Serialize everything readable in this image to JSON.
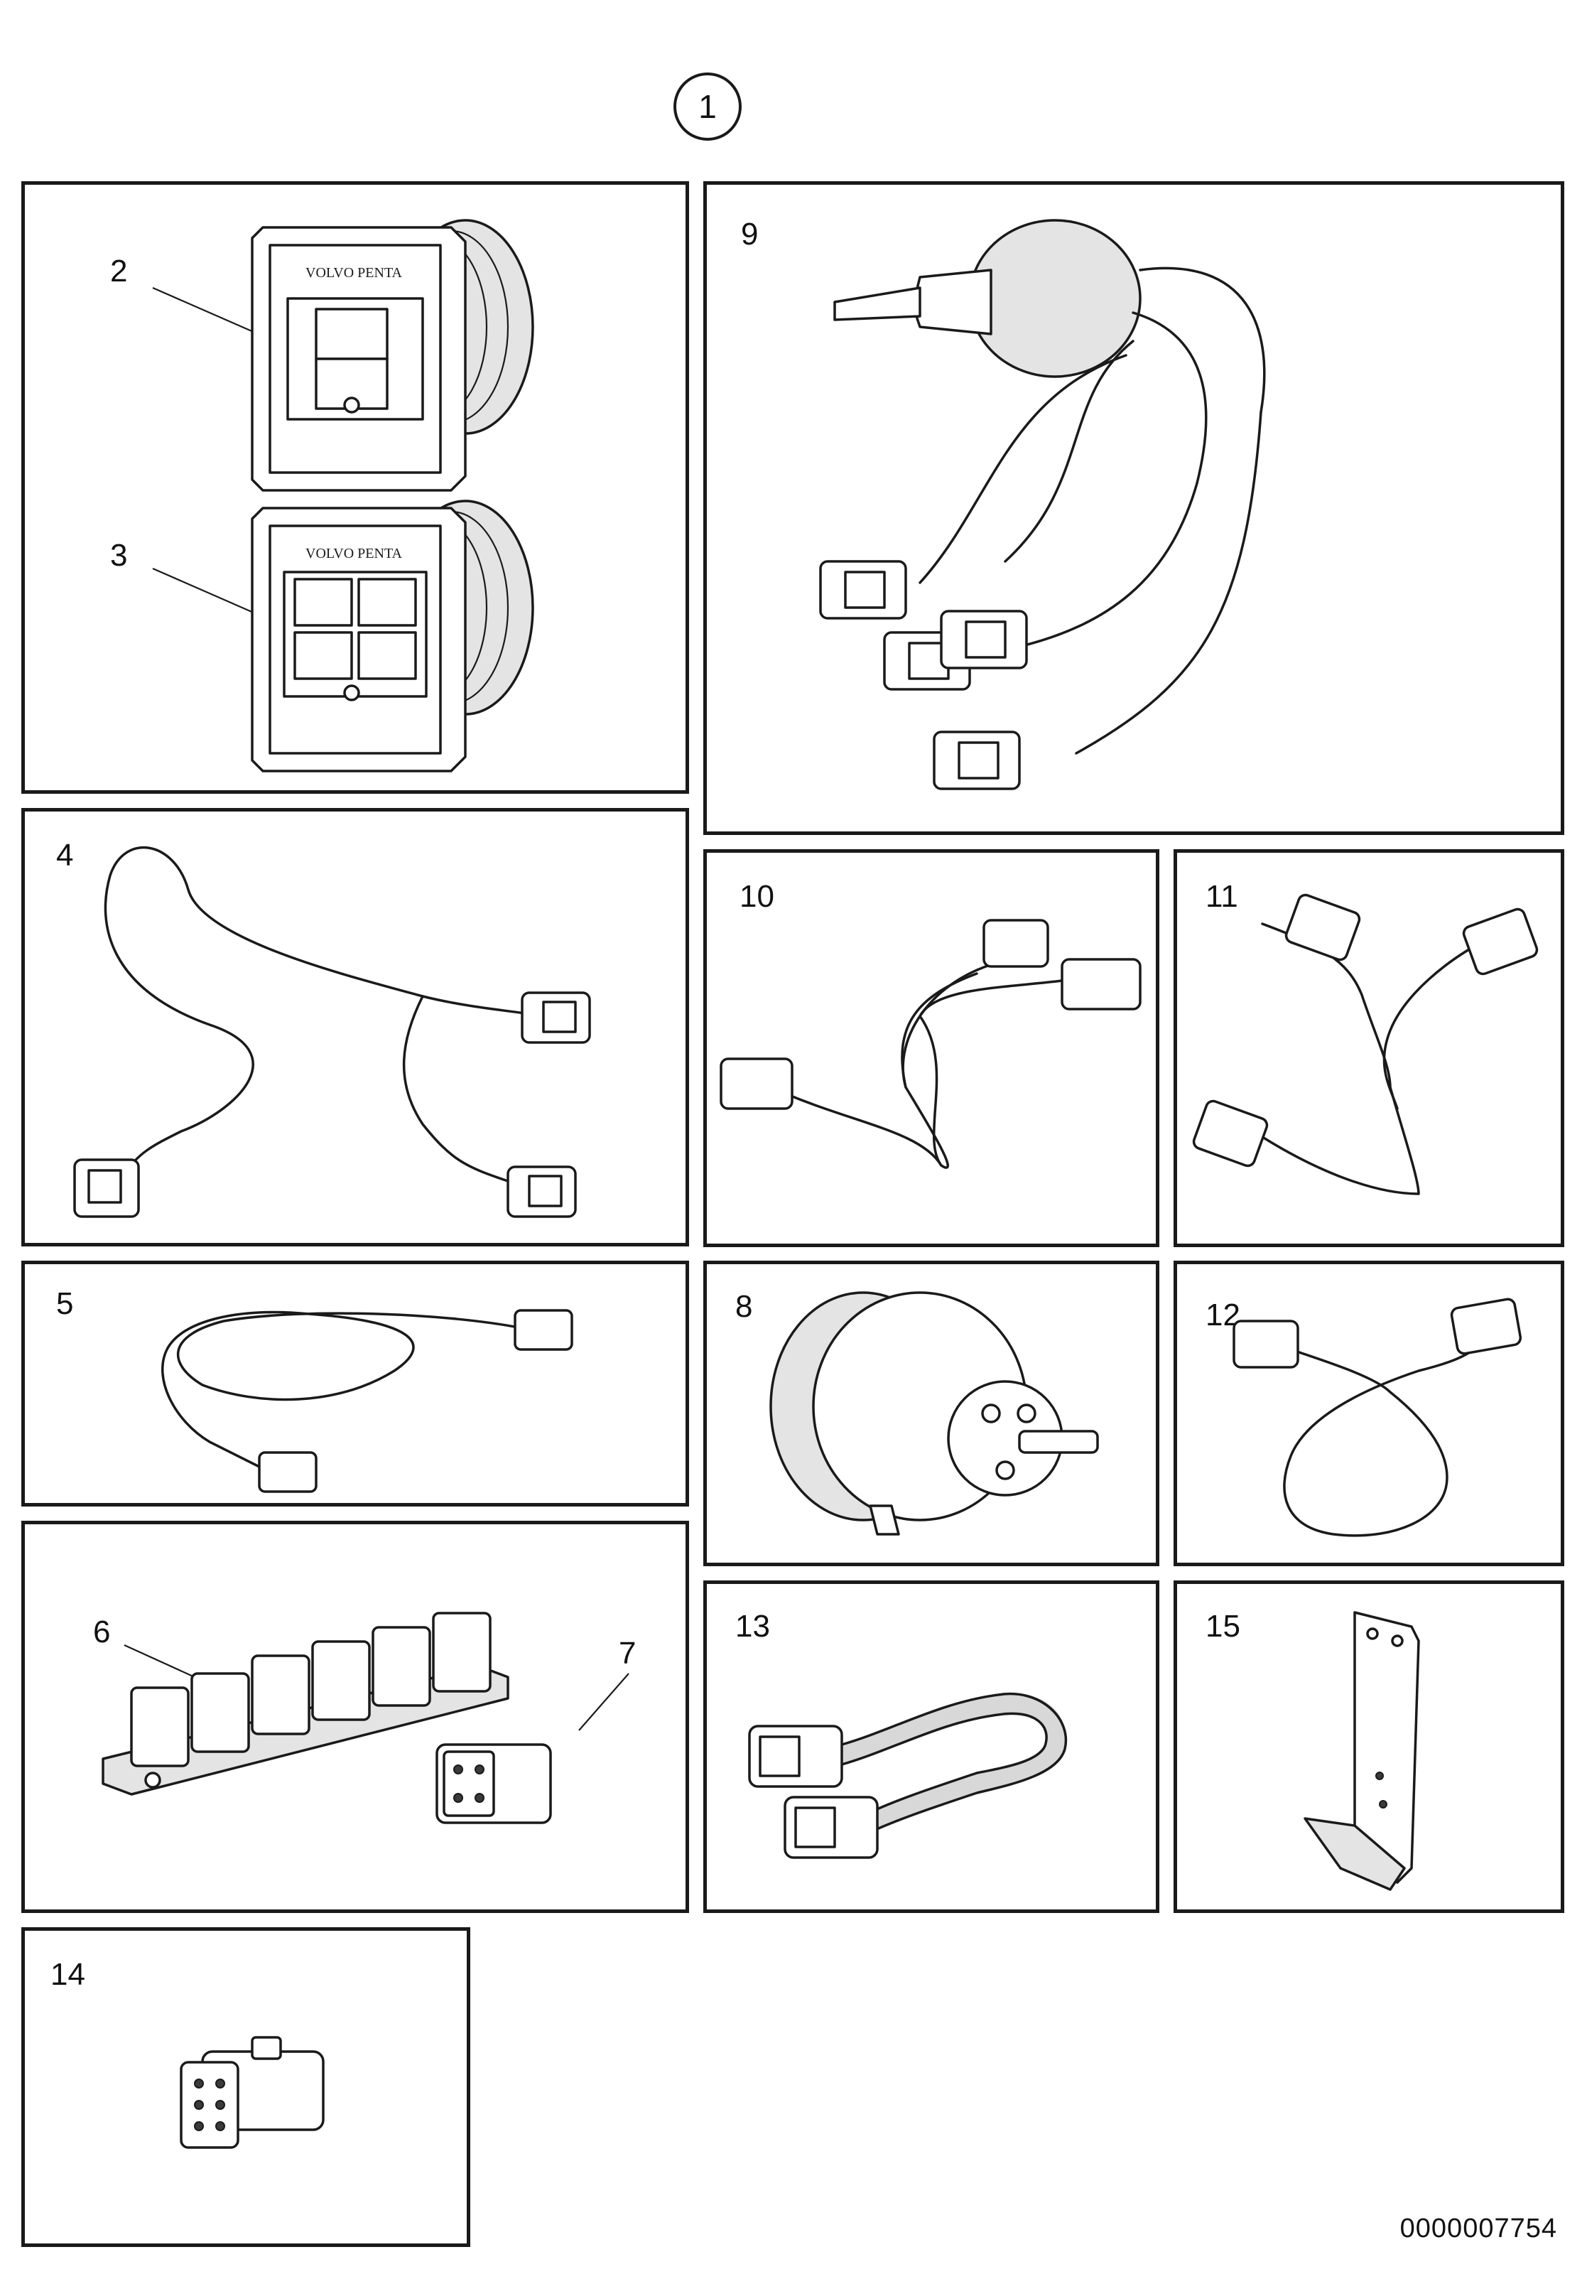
{
  "figure_ref": "1",
  "document_id": "0000007754",
  "panels": [
    {
      "id": "p1",
      "labels": [
        "2",
        "3"
      ],
      "brand_text": "VOLVO PENTA"
    },
    {
      "id": "p9",
      "labels": [
        "9"
      ]
    },
    {
      "id": "p4",
      "labels": [
        "4"
      ]
    },
    {
      "id": "p10",
      "labels": [
        "10"
      ]
    },
    {
      "id": "p11",
      "labels": [
        "11"
      ]
    },
    {
      "id": "p5",
      "labels": [
        "5"
      ]
    },
    {
      "id": "p8",
      "labels": [
        "8"
      ]
    },
    {
      "id": "p12",
      "labels": [
        "12"
      ]
    },
    {
      "id": "p67",
      "labels": [
        "6",
        "7"
      ]
    },
    {
      "id": "p13",
      "labels": [
        "13"
      ]
    },
    {
      "id": "p15",
      "labels": [
        "15"
      ]
    },
    {
      "id": "p14",
      "labels": [
        "14"
      ]
    }
  ]
}
